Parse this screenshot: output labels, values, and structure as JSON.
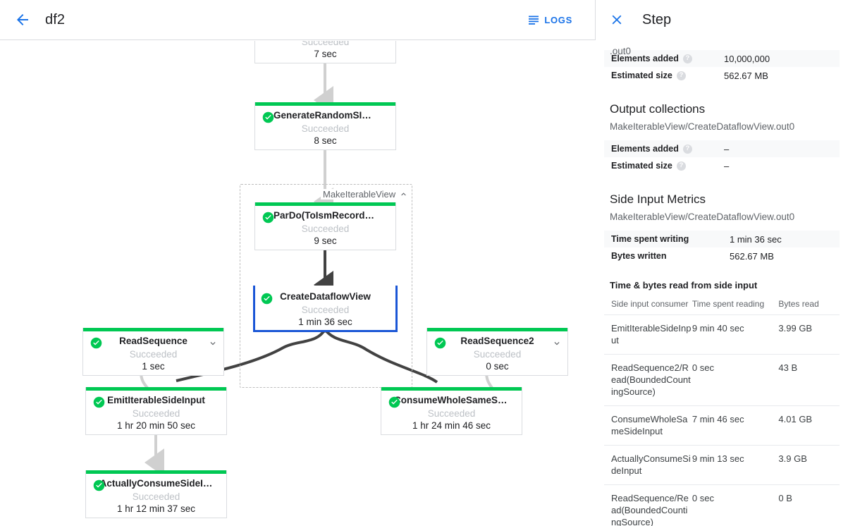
{
  "header": {
    "back_icon": "arrow-left-icon",
    "job_title": "df2",
    "logs_label": "LOGS",
    "logs_icon": "logs-list-icon"
  },
  "panel": {
    "close_icon": "close-icon",
    "title": "Step"
  },
  "graph": {
    "group": {
      "label": "MakeIterableView",
      "collapse_icon": "chevron-up-icon"
    },
    "partial_node": {
      "status": "Succeeded",
      "time": "7 sec"
    },
    "nodes": [
      {
        "id": "generate-random-si-data",
        "name": "GenerateRandomSIData",
        "status": "Succeeded",
        "time": "8 sec",
        "selected": false,
        "chevron": false
      },
      {
        "id": "pardo-to-ism-record-for",
        "name": "ParDo(ToIsmRecordFor…",
        "status": "Succeeded",
        "time": "9 sec",
        "selected": false,
        "chevron": false
      },
      {
        "id": "create-dataflow-view",
        "name": "CreateDataflowView",
        "status": "Succeeded",
        "time": "1 min 36 sec",
        "selected": true,
        "chevron": false
      },
      {
        "id": "read-sequence",
        "name": "ReadSequence",
        "status": "Succeeded",
        "time": "1 sec",
        "selected": false,
        "chevron": true
      },
      {
        "id": "read-sequence-2",
        "name": "ReadSequence2",
        "status": "Succeeded",
        "time": "0 sec",
        "selected": false,
        "chevron": true
      },
      {
        "id": "emit-iterable-side-input",
        "name": "EmitIterableSideInput",
        "status": "Succeeded",
        "time": "1 hr 20 min 50 sec",
        "selected": false,
        "chevron": false
      },
      {
        "id": "consume-whole-same-side-input",
        "name": "ConsumeWholeSameSi…",
        "status": "Succeeded",
        "time": "1 hr 24 min 46 sec",
        "selected": false,
        "chevron": false
      },
      {
        "id": "actually-consume-side-input",
        "name": "ActuallyConsumeSideI…",
        "status": "Succeeded",
        "time": "1 hr 12 min 37 sec",
        "selected": false,
        "chevron": false
      }
    ]
  },
  "details": {
    "cut_label": ".out0",
    "input_metrics": [
      {
        "key": "Elements added",
        "value": "10,000,000",
        "help": "help-icon"
      },
      {
        "key": "Estimated size",
        "value": "562.67 MB",
        "help": "help-icon"
      }
    ],
    "output_collections": {
      "title": "Output collections",
      "pcollection": "MakeIterableView/CreateDataflowView.out0",
      "metrics": [
        {
          "key": "Elements added",
          "value": "–",
          "help": "help-icon"
        },
        {
          "key": "Estimated size",
          "value": "–",
          "help": "help-icon"
        }
      ]
    },
    "side_input_metrics": {
      "title": "Side Input Metrics",
      "pcollection": "MakeIterableView/CreateDataflowView.out0",
      "metrics": [
        {
          "key": "Time spent writing",
          "value": "1 min 36 sec"
        },
        {
          "key": "Bytes written",
          "value": "562.67 MB"
        }
      ],
      "table_title": "Time & bytes read from side input",
      "columns": [
        "Side input consumer",
        "Time spent reading",
        "Bytes read"
      ],
      "rows": [
        {
          "consumer": "EmitIterableSideInput",
          "time": "9 min 40 sec",
          "bytes": "3.99 GB"
        },
        {
          "consumer": "ReadSequence2/Read(BoundedCountingSource)",
          "time": "0 sec",
          "bytes": "43 B"
        },
        {
          "consumer": "ConsumeWholeSameSideInput",
          "time": "7 min 46 sec",
          "bytes": "4.01 GB"
        },
        {
          "consumer": "ActuallyConsumeSideInput",
          "time": "9 min 13 sec",
          "bytes": "3.9 GB"
        },
        {
          "consumer": "ReadSequence/Read(BoundedCountingSource)",
          "time": "0 sec",
          "bytes": "0 B"
        }
      ]
    }
  },
  "colors": {
    "accent_blue": "#1a73e8",
    "selected_border": "#1a56d6",
    "success_green": "#00c853",
    "edge_active": "#424242",
    "edge_inactive": "#d0d0d0"
  }
}
